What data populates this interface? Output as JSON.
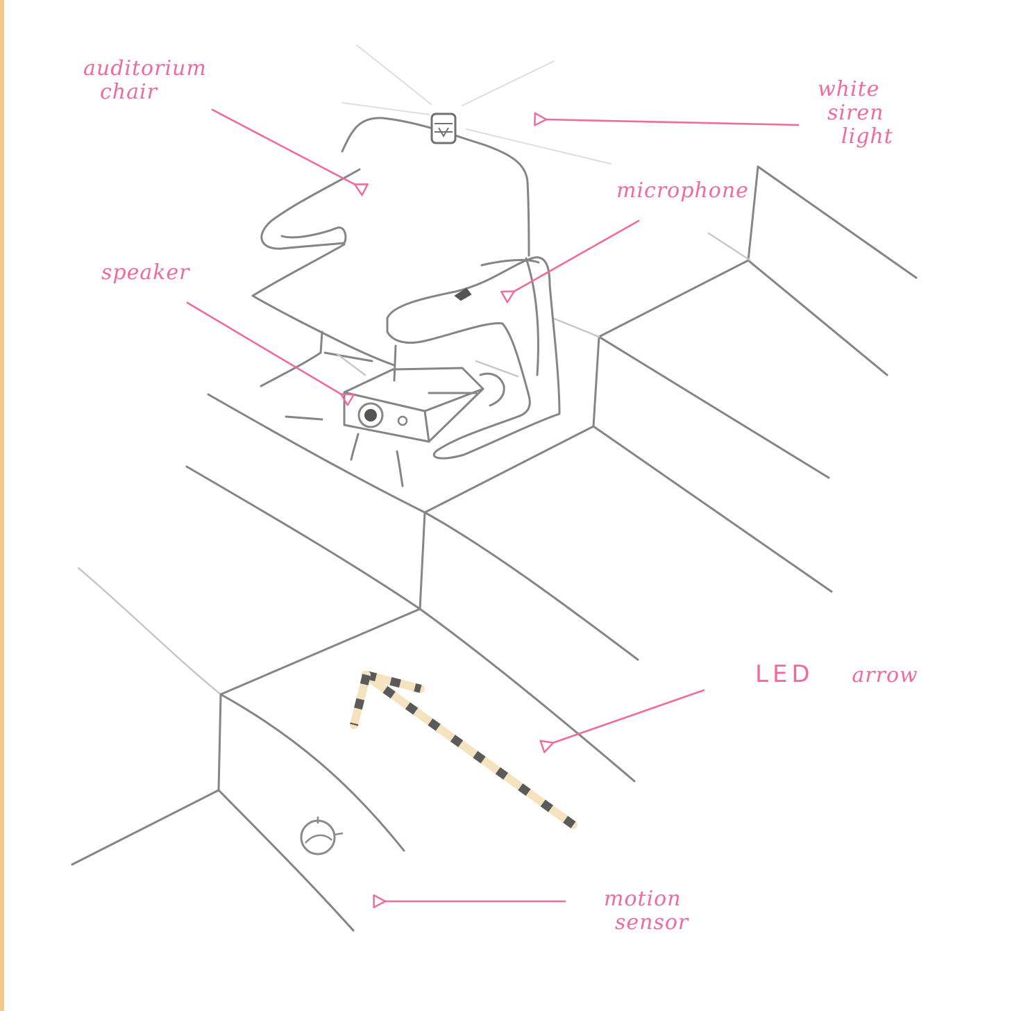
{
  "labels": {
    "auditorium_chair": [
      "auditorium",
      "chair"
    ],
    "white_siren_light": [
      "white",
      "siren",
      "light"
    ],
    "microphone": [
      "microphone"
    ],
    "speaker": [
      "speaker"
    ],
    "led_arrow": [
      "LED",
      "arrow"
    ],
    "motion_sensor": [
      "motion",
      "sensor"
    ]
  },
  "colors": {
    "annotation": "#f06a9b",
    "pencil": "#858585",
    "led": "#f5e3c0",
    "led_dark": "#5a5a5a",
    "frame_accent": "#f3c98a"
  },
  "icons": {
    "siren": "siren-light-icon",
    "speaker": "speaker-box-icon",
    "microphone": "microphone-icon",
    "sensor": "motion-sensor-icon",
    "arrow": "led-arrow-icon"
  }
}
